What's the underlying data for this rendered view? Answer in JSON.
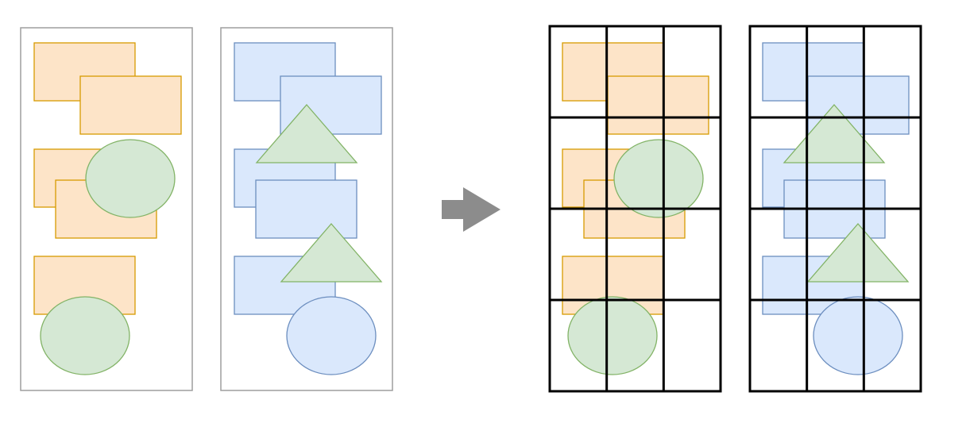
{
  "colors": {
    "panel_border": "#9e9e9e",
    "orange_fill": "#fde4c8",
    "orange_stroke": "#d79b00",
    "blue_fill": "#dae8fc",
    "blue_stroke": "#6c8ebf",
    "green_fill": "#d5e8d4",
    "green_stroke": "#82b366",
    "arrow": "#8c8c8c",
    "grid": "#000000"
  },
  "diagram": {
    "left_group": {
      "panels": [
        {
          "id": "orange-panel",
          "theme": "orange"
        },
        {
          "id": "blue-panel",
          "theme": "blue"
        }
      ]
    },
    "transition": {
      "icon": "right-arrow-icon"
    },
    "right_group": {
      "grid": {
        "rows": 4,
        "cols": 3
      },
      "panels": [
        {
          "id": "orange-grid-panel",
          "theme": "orange"
        },
        {
          "id": "blue-grid-panel",
          "theme": "blue"
        }
      ]
    }
  }
}
